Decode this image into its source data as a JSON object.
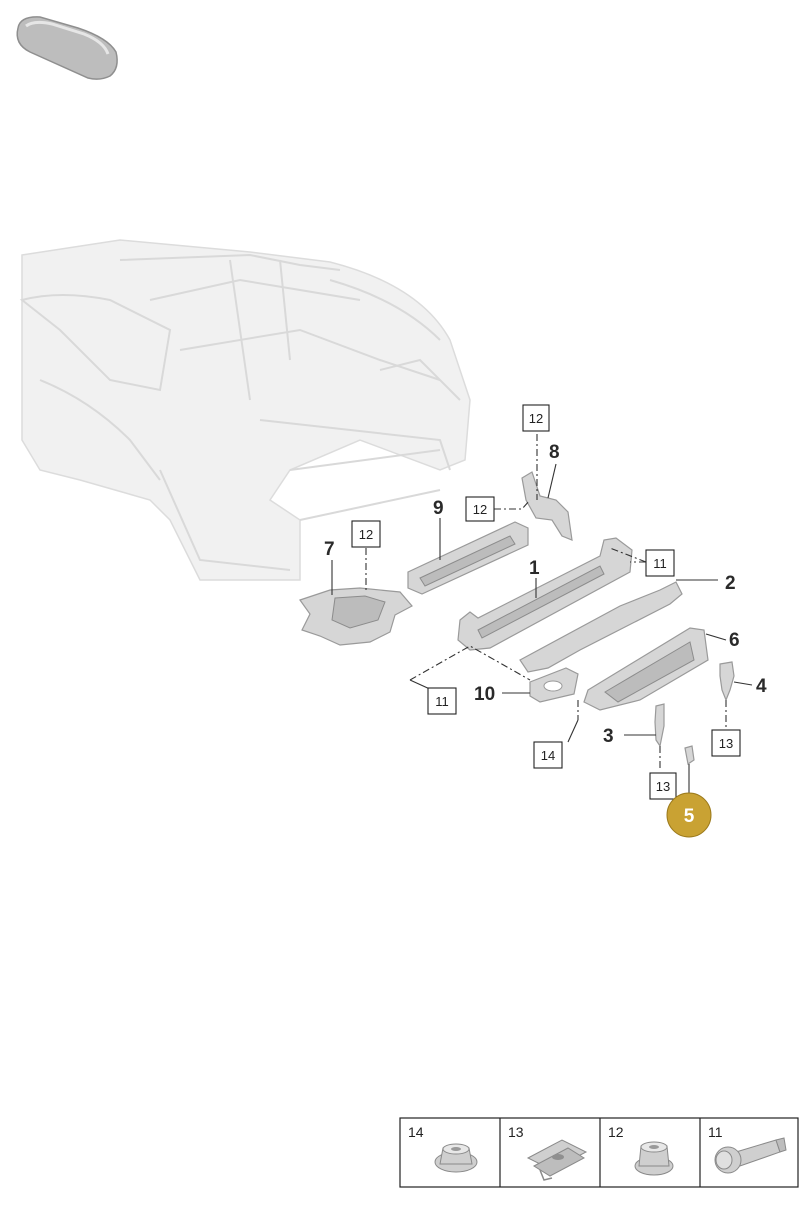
{
  "callouts": {
    "p1": "1",
    "p2": "2",
    "p3": "3",
    "p4": "4",
    "p6": "6",
    "p7": "7",
    "p8": "8",
    "p9": "9",
    "p10": "10"
  },
  "boxed_refs": {
    "b12_top": "12",
    "b12_mid": "12",
    "b12_left": "12",
    "b11_right": "11",
    "b11_left": "11",
    "b13_right": "13",
    "b13_mid": "13",
    "b14": "14"
  },
  "highlight": {
    "label": "5",
    "color": "#c9a233"
  },
  "legend": {
    "items": [
      {
        "label": "14",
        "icon": "flange-nut-icon"
      },
      {
        "label": "13",
        "icon": "clip-nut-icon"
      },
      {
        "label": "12",
        "icon": "hex-nut-icon"
      },
      {
        "label": "11",
        "icon": "hex-bolt-icon"
      }
    ]
  }
}
